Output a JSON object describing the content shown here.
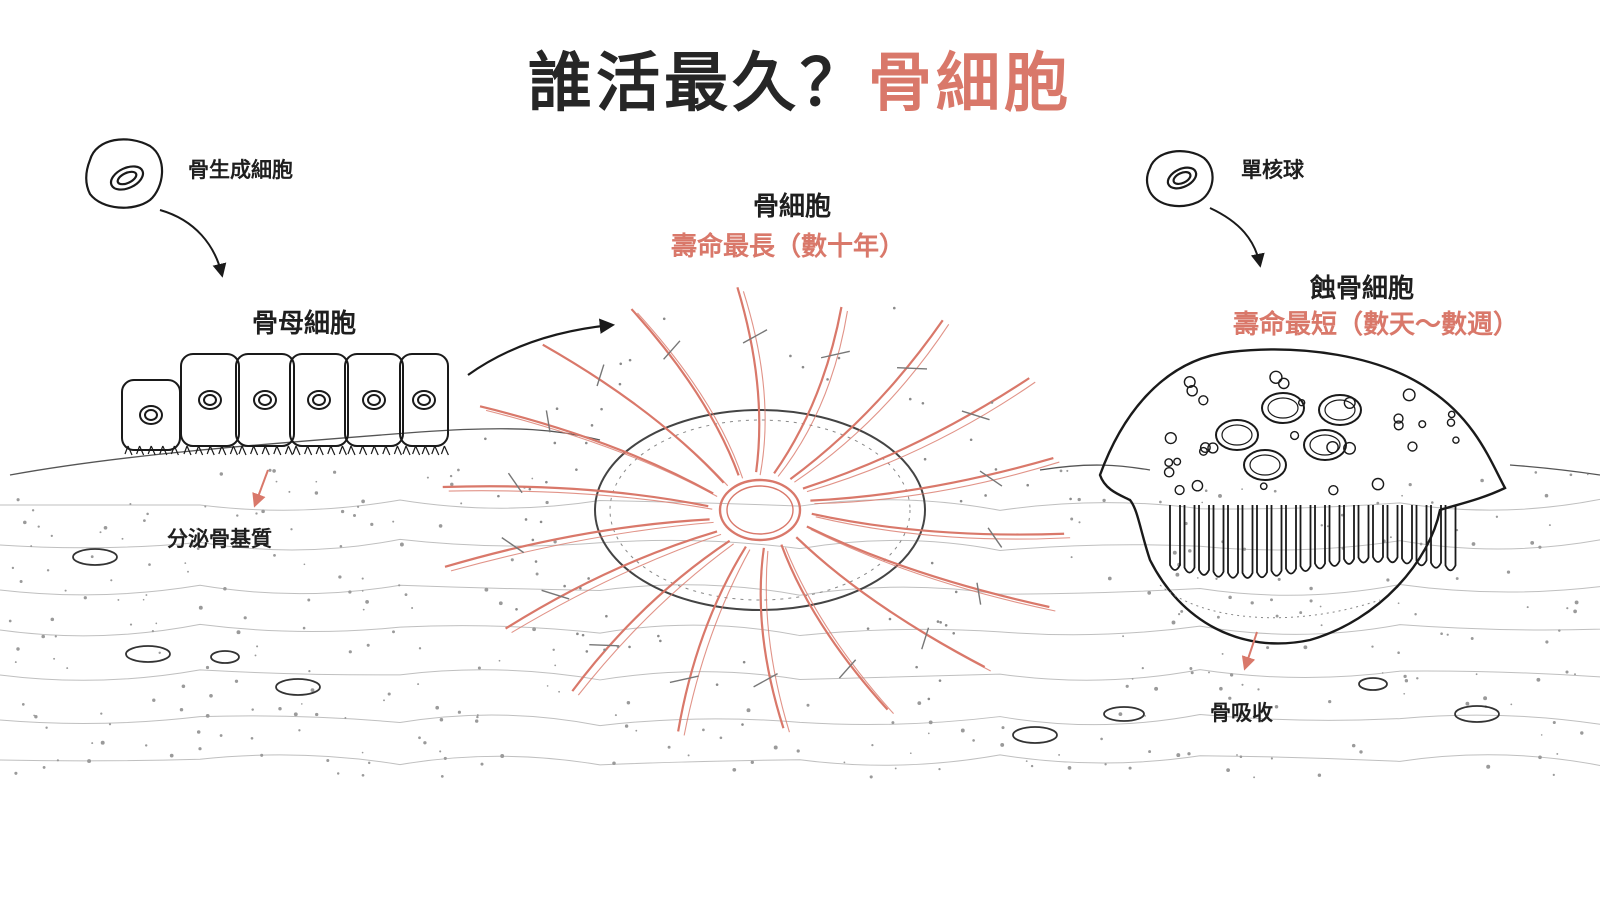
{
  "title": {
    "prefix": "誰活最久？",
    "highlight": "骨細胞"
  },
  "labels": {
    "osteoprogenitor": "骨生成細胞",
    "osteoblast": "骨母細胞",
    "secrete_matrix": "分泌骨基質",
    "osteocyte": "骨細胞",
    "osteocyte_life": "壽命最長（數十年）",
    "monocyte": "單核球",
    "osteoclast": "蝕骨細胞",
    "osteoclast_life": "壽命最短（數天～數週）",
    "resorption": "骨吸收"
  },
  "colors": {
    "accent": "#d9786a",
    "ink": "#262626"
  }
}
